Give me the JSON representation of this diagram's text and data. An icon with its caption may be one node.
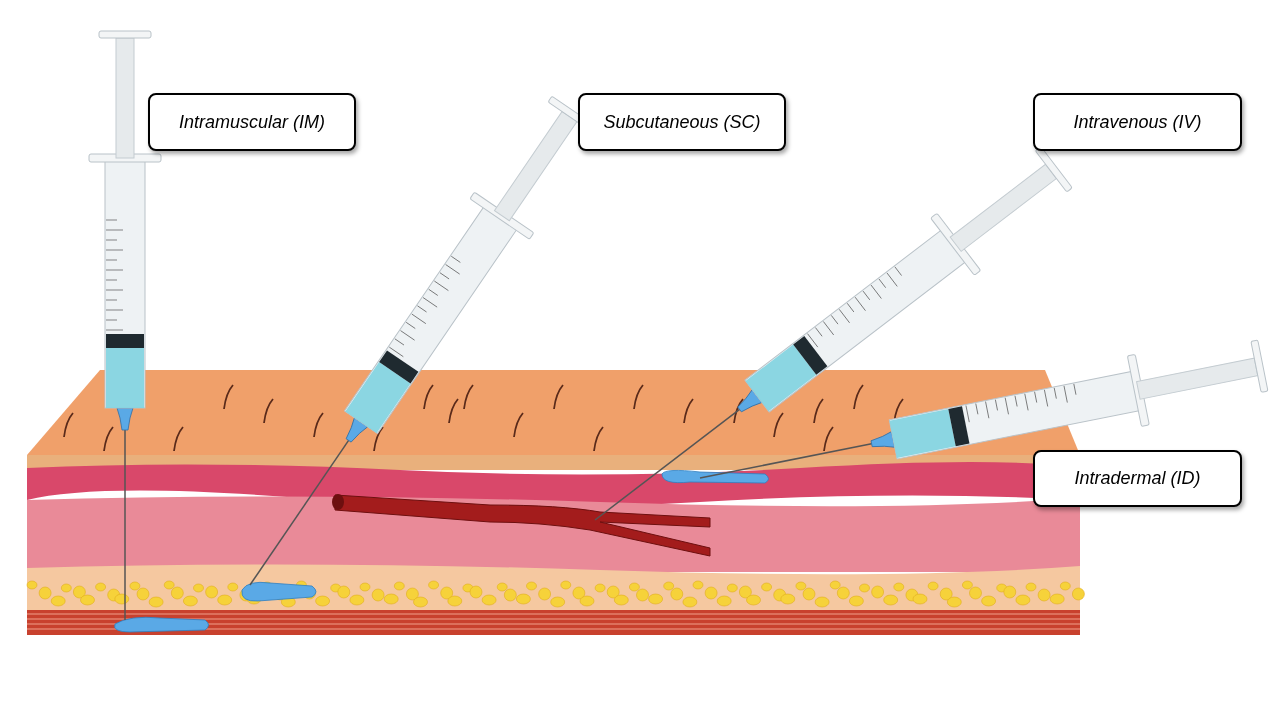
{
  "diagram": {
    "nodes": [
      {
        "text": [
          "Intramuscular (IM)"
        ]
      },
      {
        "text": [
          "Subcutaneous (SC)"
        ]
      },
      {
        "text": [
          "Intravenous (IV)"
        ]
      },
      {
        "text": [
          "Intradermal (ID)"
        ]
      }
    ]
  }
}
